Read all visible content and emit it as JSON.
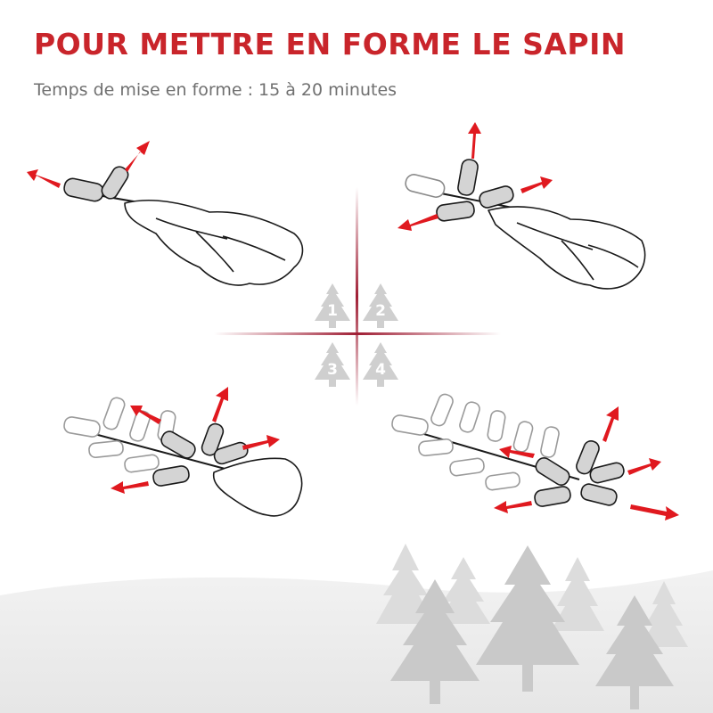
{
  "header": {
    "title": "POUR METTRE EN FORME LE SAPIN",
    "subtitle": "Temps de mise en forme : 15 à 20 minutes"
  },
  "steps": [
    {
      "number": "1"
    },
    {
      "number": "2"
    },
    {
      "number": "3"
    },
    {
      "number": "4"
    }
  ],
  "colors": {
    "accent": "#c9252b",
    "arrow": "#e0191f",
    "divider": "#a01f35",
    "step_tree": "#cfcfcf",
    "ground": "#ececec",
    "forest": "#d6d6d6"
  },
  "icons": {
    "step_marker": "tree-icon",
    "direction": "arrow-icon"
  }
}
